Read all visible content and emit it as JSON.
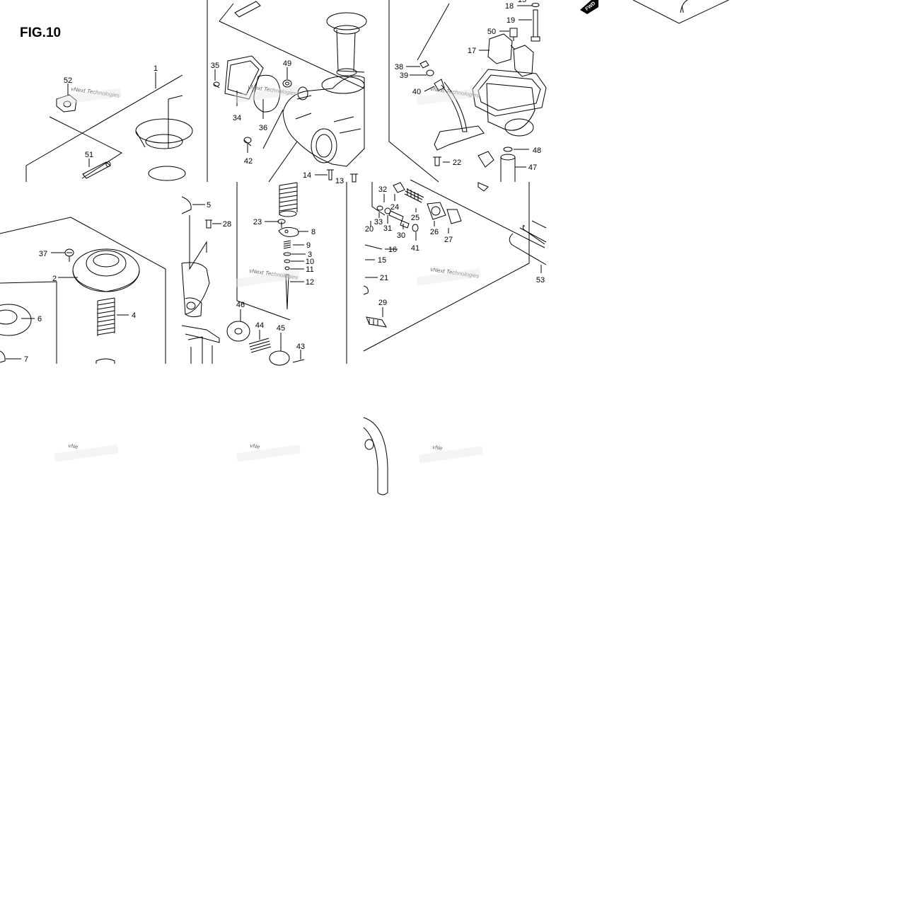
{
  "figure": {
    "title": "FIG.10"
  },
  "watermark": {
    "text": "vNext Technologies",
    "fragment": "vNe"
  },
  "direction_badge": {
    "text": "FWD"
  },
  "callouts": [
    {
      "id": "c1",
      "label": "1"
    },
    {
      "id": "c2",
      "label": "2"
    },
    {
      "id": "c3",
      "label": "3"
    },
    {
      "id": "c4",
      "label": "4"
    },
    {
      "id": "c5",
      "label": "5"
    },
    {
      "id": "c6",
      "label": "6"
    },
    {
      "id": "c7",
      "label": "7"
    },
    {
      "id": "c8",
      "label": "8"
    },
    {
      "id": "c9",
      "label": "9"
    },
    {
      "id": "c10",
      "label": "10"
    },
    {
      "id": "c11",
      "label": "11"
    },
    {
      "id": "c12",
      "label": "12"
    },
    {
      "id": "c13",
      "label": "13"
    },
    {
      "id": "c14",
      "label": "14"
    },
    {
      "id": "c15",
      "label": "15"
    },
    {
      "id": "c16",
      "label": "16"
    },
    {
      "id": "c17",
      "label": "17"
    },
    {
      "id": "c18",
      "label": "18"
    },
    {
      "id": "c19",
      "label": "19"
    },
    {
      "id": "c20",
      "label": "20"
    },
    {
      "id": "c21",
      "label": "21"
    },
    {
      "id": "c22",
      "label": "22"
    },
    {
      "id": "c23",
      "label": "23"
    },
    {
      "id": "c24",
      "label": "24"
    },
    {
      "id": "c25",
      "label": "25"
    },
    {
      "id": "c26",
      "label": "26"
    },
    {
      "id": "c27",
      "label": "27"
    },
    {
      "id": "c28",
      "label": "28"
    },
    {
      "id": "c29",
      "label": "29"
    },
    {
      "id": "c30",
      "label": "30"
    },
    {
      "id": "c31",
      "label": "31"
    },
    {
      "id": "c32",
      "label": "32"
    },
    {
      "id": "c33",
      "label": "33"
    },
    {
      "id": "c34",
      "label": "34"
    },
    {
      "id": "c35",
      "label": "35"
    },
    {
      "id": "c36",
      "label": "36"
    },
    {
      "id": "c37",
      "label": "37"
    },
    {
      "id": "c38",
      "label": "38"
    },
    {
      "id": "c39",
      "label": "39"
    },
    {
      "id": "c40",
      "label": "40"
    },
    {
      "id": "c41",
      "label": "41"
    },
    {
      "id": "c42",
      "label": "42"
    },
    {
      "id": "c43",
      "label": "43"
    },
    {
      "id": "c44",
      "label": "44"
    },
    {
      "id": "c45",
      "label": "45"
    },
    {
      "id": "c46",
      "label": "46"
    },
    {
      "id": "c47",
      "label": "47"
    },
    {
      "id": "c48",
      "label": "48"
    },
    {
      "id": "c49",
      "label": "49"
    },
    {
      "id": "c50",
      "label": "50"
    },
    {
      "id": "c51",
      "label": "51"
    },
    {
      "id": "c52",
      "label": "52"
    },
    {
      "id": "c53",
      "label": "53"
    }
  ]
}
